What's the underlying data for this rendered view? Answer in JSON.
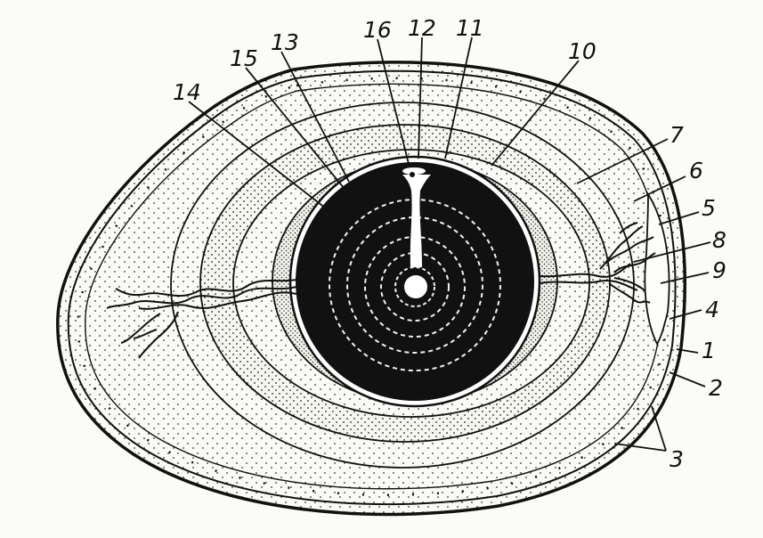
{
  "figure": {
    "callouts": {
      "c1": "1",
      "c2": "2",
      "c3": "3",
      "c4": "4",
      "c5": "5",
      "c6": "6",
      "c7": "7",
      "c8": "8",
      "c9": "9",
      "c10": "10",
      "c11": "11",
      "c12": "12",
      "c13": "13",
      "c14": "14",
      "c15": "15",
      "c16": "16"
    }
  }
}
